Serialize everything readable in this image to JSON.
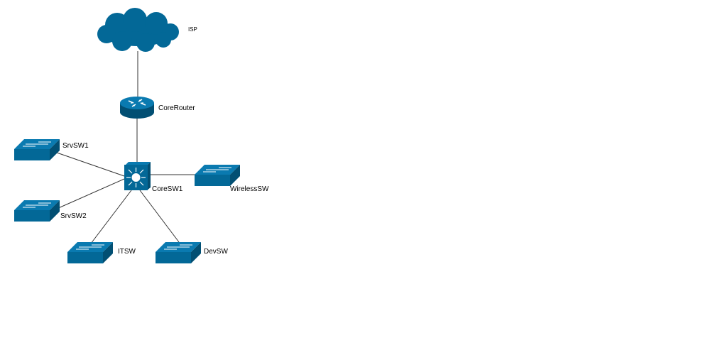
{
  "diagram": {
    "colors": {
      "device": "#036897",
      "device_dark": "#024f73",
      "device_light": "#0a7ab0",
      "glyph": "#ffffff",
      "link": "#333333"
    },
    "nodes": [
      {
        "id": "isp",
        "label": "ISP",
        "icon": "cloud-icon"
      },
      {
        "id": "core-router",
        "label": "CoreRouter",
        "icon": "router-icon"
      },
      {
        "id": "core-sw1",
        "label": "CoreSW1",
        "icon": "layer3-switch-icon"
      },
      {
        "id": "srv-sw1",
        "label": "SrvSW1",
        "icon": "switch-icon"
      },
      {
        "id": "srv-sw2",
        "label": "SrvSW2",
        "icon": "switch-icon"
      },
      {
        "id": "wireless-sw",
        "label": "WirelessSW",
        "icon": "switch-icon"
      },
      {
        "id": "it-sw",
        "label": "ITSW",
        "icon": "switch-icon"
      },
      {
        "id": "dev-sw",
        "label": "DevSW",
        "icon": "switch-icon"
      }
    ],
    "links": [
      [
        "isp",
        "core-router"
      ],
      [
        "core-router",
        "core-sw1"
      ],
      [
        "core-sw1",
        "srv-sw1"
      ],
      [
        "core-sw1",
        "srv-sw2"
      ],
      [
        "core-sw1",
        "wireless-sw"
      ],
      [
        "core-sw1",
        "it-sw"
      ],
      [
        "core-sw1",
        "dev-sw"
      ]
    ]
  }
}
